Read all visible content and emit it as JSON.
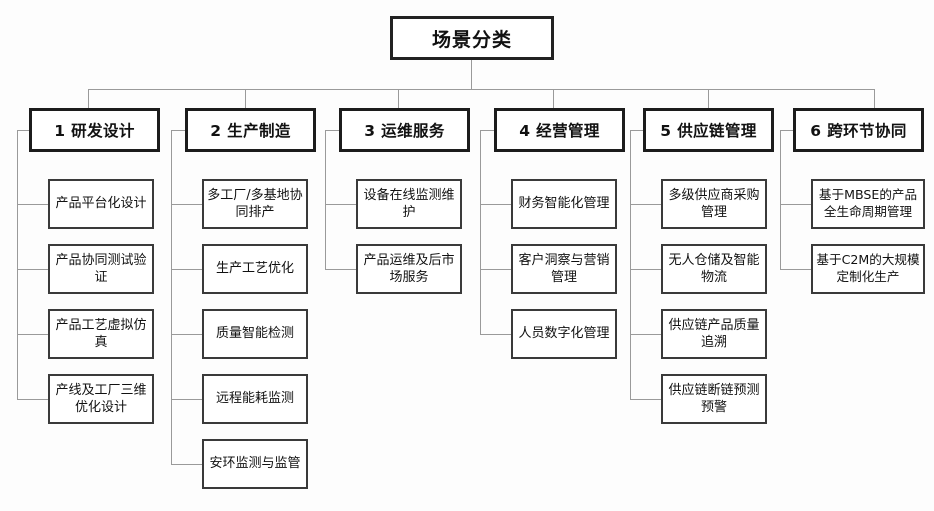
{
  "diagram": {
    "title": "场景分类",
    "type": "organization-tree",
    "orientation": "top-down",
    "root": {
      "label": "场景分类"
    },
    "columns": [
      {
        "id": 1,
        "number": "1",
        "name": "研发设计",
        "header_label": "1 研发设计",
        "items": [
          "产品平台化设计",
          "产品协同测试验证",
          "产品工艺虚拟仿真",
          "产线及工厂三维优化设计"
        ]
      },
      {
        "id": 2,
        "number": "2",
        "name": "生产制造",
        "header_label": "2 生产制造",
        "items": [
          "多工厂/多基地协同排产",
          "生产工艺优化",
          "质量智能检测",
          "远程能耗监测",
          "安环监测与监管"
        ]
      },
      {
        "id": 3,
        "number": "3",
        "name": "运维服务",
        "header_label": "3 运维服务",
        "items": [
          "设备在线监测维护",
          "产品运维及后市场服务"
        ]
      },
      {
        "id": 4,
        "number": "4",
        "name": "经营管理",
        "header_label": "4 经营管理",
        "items": [
          "财务智能化管理",
          "客户洞察与营销管理",
          "人员数字化管理"
        ]
      },
      {
        "id": 5,
        "number": "5",
        "name": "供应链管理",
        "header_label": "5 供应链管理",
        "items": [
          "多级供应商采购管理",
          "无人仓储及智能物流",
          "供应链产品质量追溯",
          "供应链断链预测预警"
        ]
      },
      {
        "id": 6,
        "number": "6",
        "name": "跨环节协同",
        "header_label": "6 跨环节协同",
        "items": [
          "基于MBSE的产品全生命周期管理",
          "基于C2M的大规模定制化生产"
        ]
      }
    ],
    "colors": {
      "background": "#fdfdfd",
      "box_fill": "#ffffff",
      "box_border": "#1c1c1c",
      "leaf_border": "#3a3a3a",
      "connector": "#9a9a9a",
      "text": "#111111"
    }
  }
}
